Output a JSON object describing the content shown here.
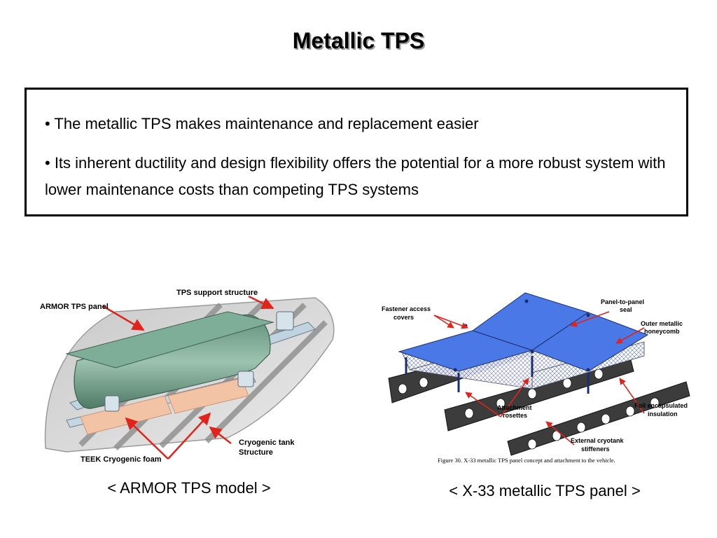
{
  "slide": {
    "title": "Metallic TPS"
  },
  "bullets": [
    "• The metallic TPS makes maintenance and replacement easier",
    "• Its inherent ductility and design flexibility offers the potential for a more robust system with lower maintenance costs than competing TPS systems"
  ],
  "armor_figure": {
    "labels": {
      "panel": "ARMOR TPS panel",
      "support": "TPS support structure",
      "tank_line1": "Cryogenic tank",
      "tank_line2": "Structure",
      "foam": "TEEK Cryogenic foam"
    },
    "caption": "< ARMOR TPS model >"
  },
  "x33_figure": {
    "labels": {
      "fastener_line1": "Fastener access",
      "fastener_line2": "covers",
      "seal_line1": "Panel-to-panel",
      "seal_line2": "seal",
      "honeycomb_line1": "Outer metallic",
      "honeycomb_line2": "honeycomb",
      "rosettes_line1": "Attachment",
      "rosettes_line2": "rosettes",
      "insulation_line1": "Foil encapsulated",
      "insulation_line2": "insulation",
      "stiffeners_line1": "External cryotank",
      "stiffeners_line2": "stiffeners",
      "figure_caption": "Figure 30.  X-33 metallic TPS panel concept and attachment to the vehicle."
    },
    "caption": "< X-33 metallic TPS panel >"
  },
  "colors": {
    "panel_green": "#7fae98",
    "foam_peach": "#f2c3a4",
    "panel_blue": "#4a78e6",
    "callout_red": "#e0241c"
  }
}
